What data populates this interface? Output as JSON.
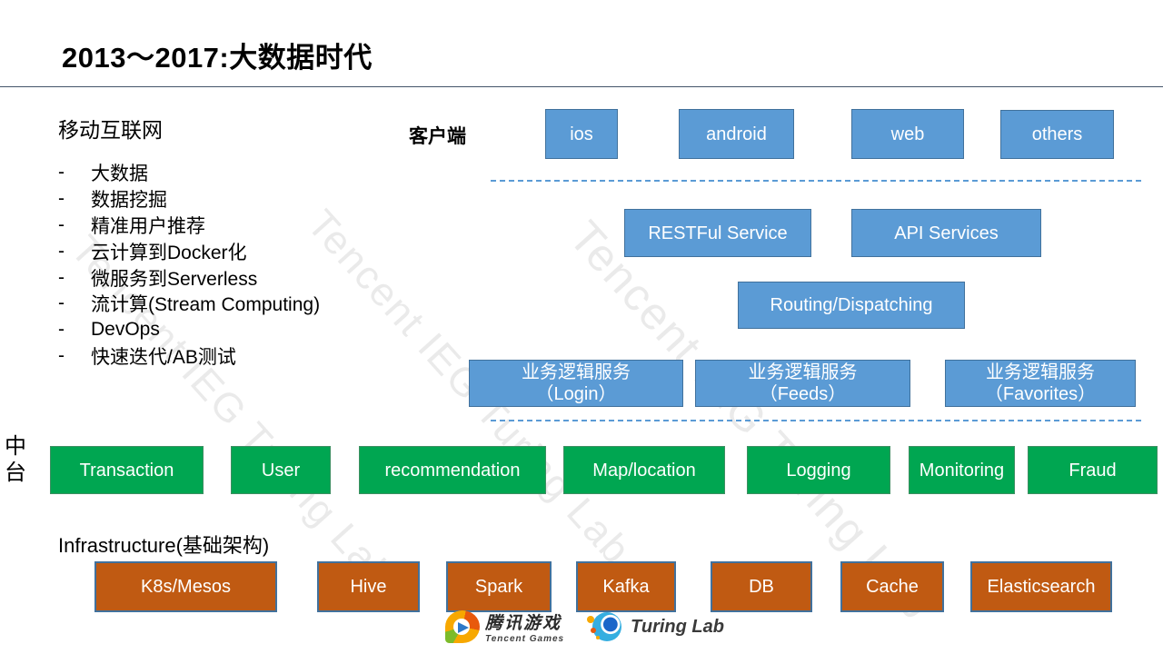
{
  "slide": {
    "title": "2013～2017:大数据时代",
    "watermark": "Tencent IEG Turing Lab",
    "left_panel": {
      "heading": "移动互联网",
      "bullets": [
        "大数据",
        "数据挖掘",
        "精准用户推荐",
        "云计算到Docker化",
        "微服务到Serverless",
        "流计算(Stream Computing)",
        "DevOps",
        "快速迭代/AB测试"
      ]
    },
    "client_tier": {
      "label": "客户端",
      "boxes": [
        "ios",
        "android",
        "web",
        "others"
      ]
    },
    "service_tier": {
      "boxes": [
        "RESTFul Service",
        "API Services"
      ],
      "routing": "Routing/Dispatching"
    },
    "logic_tier": {
      "boxes": [
        {
          "title": "业务逻辑服务",
          "sub": "（Login）"
        },
        {
          "title": "业务逻辑服务",
          "sub": "（Feeds）"
        },
        {
          "title": "业务逻辑服务",
          "sub": "（Favorites）"
        }
      ]
    },
    "middle_tier": {
      "label": "中台",
      "boxes": [
        "Transaction",
        "User",
        "recommendation",
        "Map/location",
        "Logging",
        "Monitoring",
        "Fraud"
      ]
    },
    "infra_tier": {
      "label": "Infrastructure(基础架构)",
      "boxes": [
        "K8s/Mesos",
        "Hive",
        "Spark",
        "Kafka",
        "DB",
        "Cache",
        "Elasticsearch"
      ]
    },
    "footer": {
      "tencent_cn": "腾讯游戏",
      "tencent_en": "Tencent Games",
      "turing_lab": "Turing Lab"
    },
    "colors": {
      "box_blue": "#5B9BD5",
      "box_blue_border": "#41719C",
      "box_green": "#00A651",
      "box_orange": "#C05A12",
      "dashed_line": "#5B9BD5",
      "title_rule": "#44546A"
    }
  }
}
